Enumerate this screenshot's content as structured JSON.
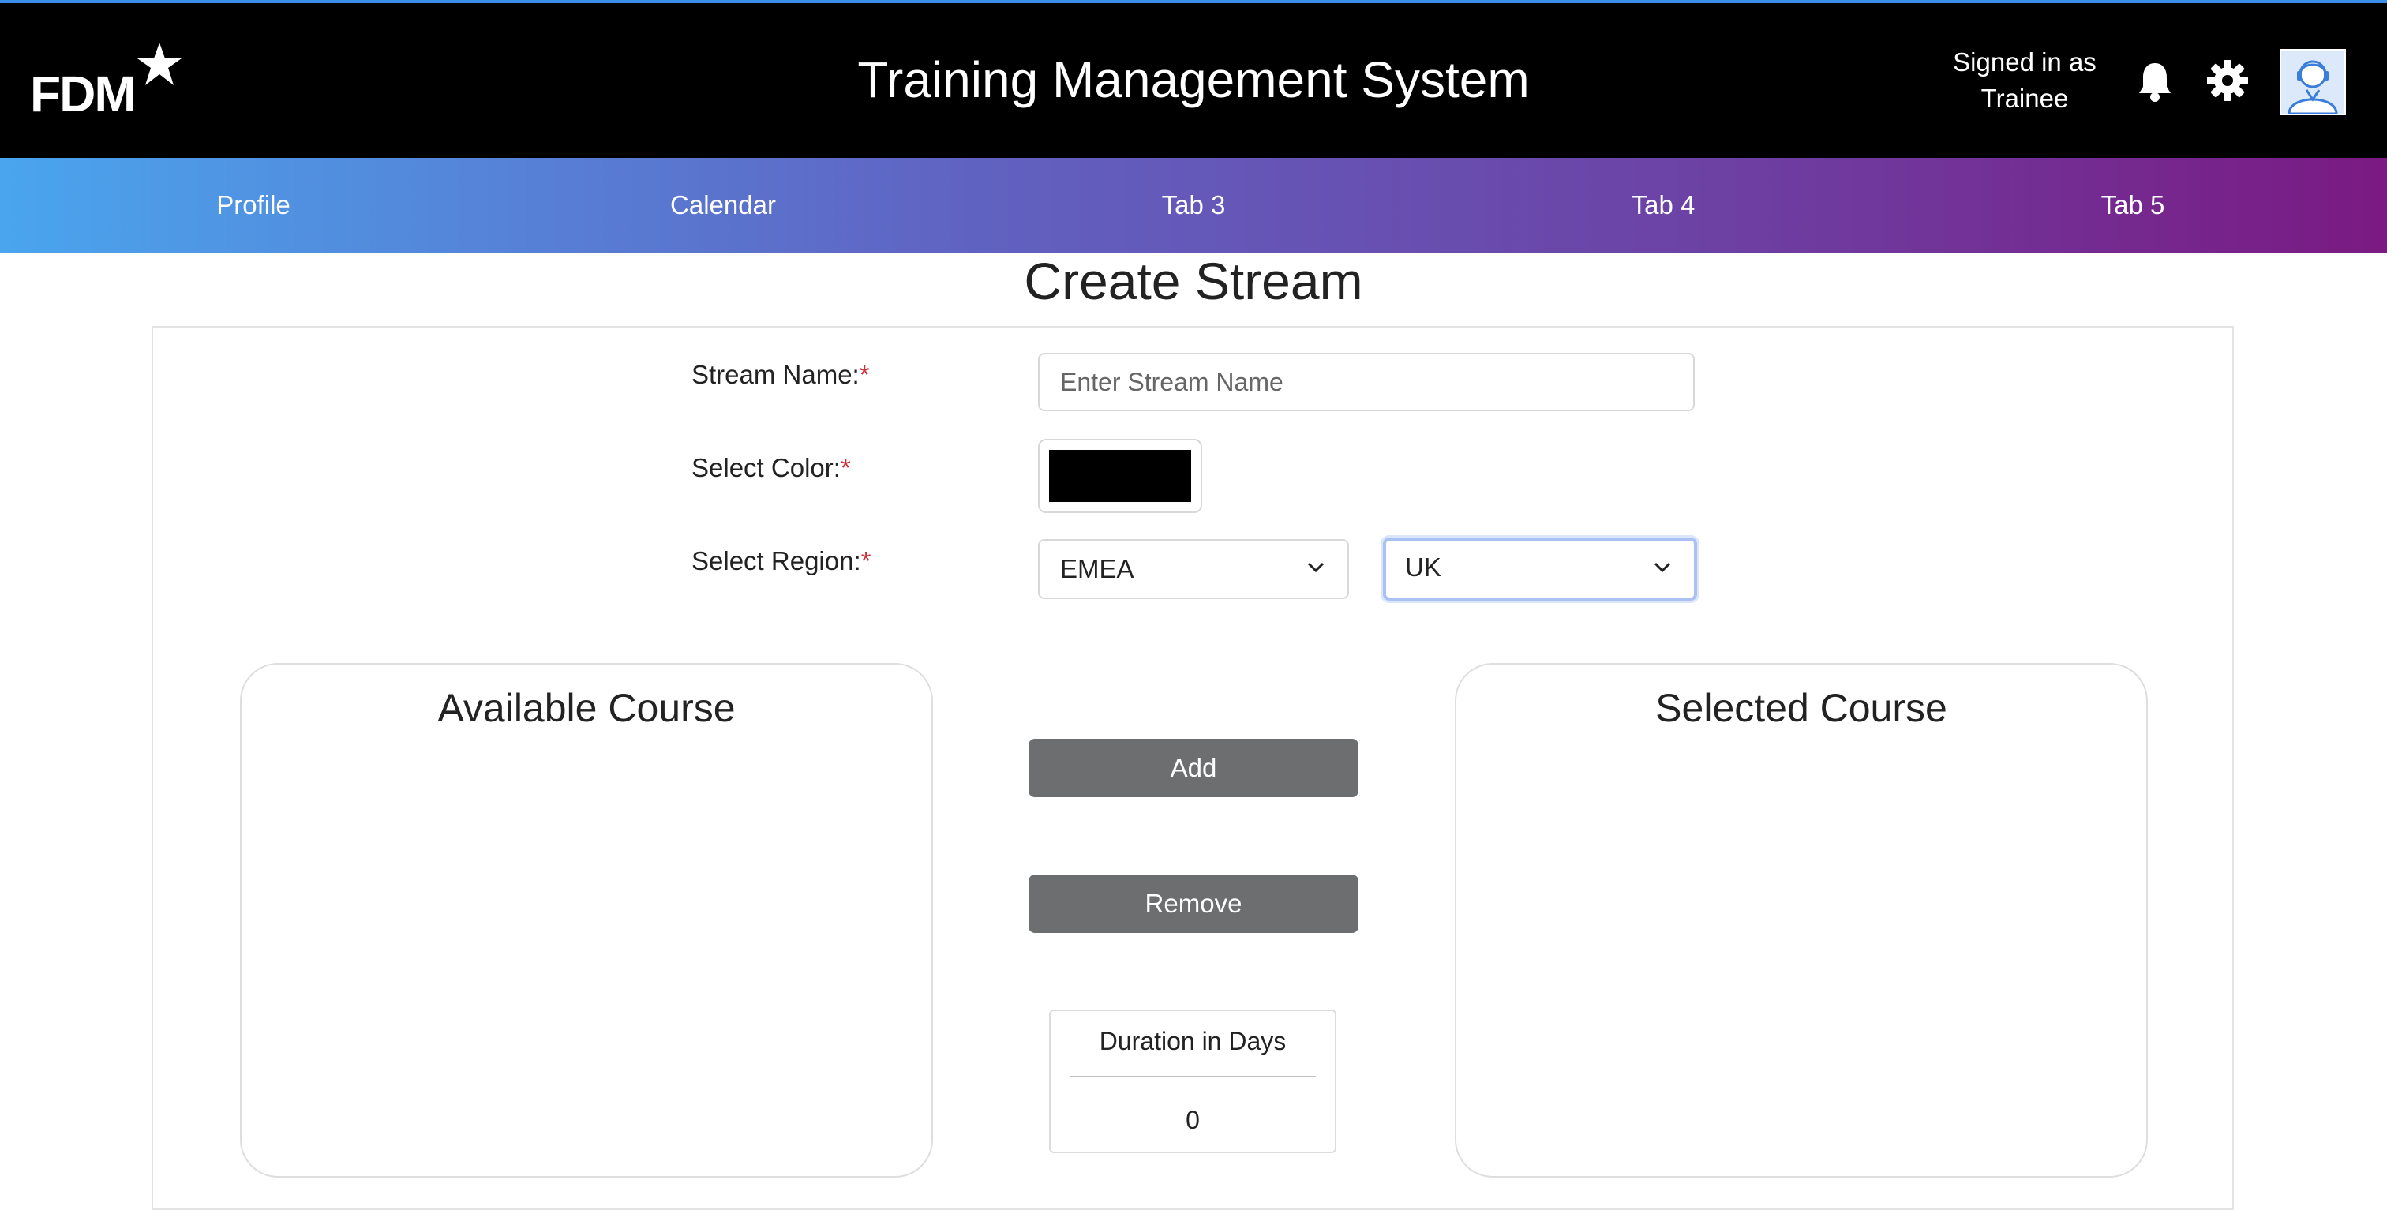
{
  "header": {
    "logo_text": "FDM",
    "app_title": "Training Management System",
    "signed_in_line1": "Signed in as",
    "signed_in_line2": "Trainee",
    "icons": [
      "bell-icon",
      "gear-icon",
      "user-avatar-icon"
    ]
  },
  "nav": {
    "tabs": [
      {
        "label": "Profile"
      },
      {
        "label": "Calendar"
      },
      {
        "label": "Tab 3"
      },
      {
        "label": "Tab 4"
      },
      {
        "label": "Tab 5"
      }
    ]
  },
  "page": {
    "title": "Create Stream"
  },
  "form": {
    "stream_name_label": "Stream Name:",
    "stream_name_value": "",
    "stream_name_placeholder": "Enter Stream Name",
    "color_label": "Select Color:",
    "color_value": "#000000",
    "region_label": "Select Region:",
    "region_value": "EMEA",
    "country_value": "UK",
    "required_mark": "*"
  },
  "courses": {
    "available_title": "Available Course",
    "selected_title": "Selected Course",
    "available_items": [],
    "selected_items": []
  },
  "actions": {
    "add_label": "Add",
    "remove_label": "Remove"
  },
  "duration": {
    "label": "Duration in Days",
    "value": "0"
  },
  "colors": {
    "header_bg": "#000000",
    "nav_gradient_start": "#4aa5ee",
    "nav_gradient_end": "#7a1a82",
    "button_bg": "#6d6e70",
    "required": "#d0303a"
  }
}
